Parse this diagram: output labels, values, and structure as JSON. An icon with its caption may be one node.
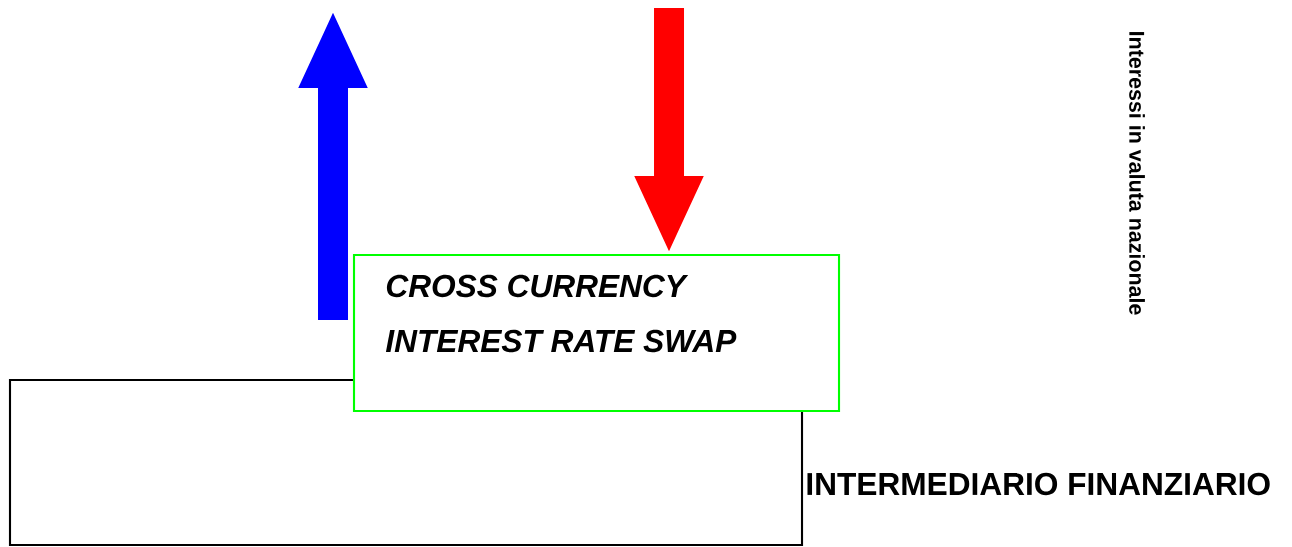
{
  "diagram": {
    "nodes": [
      {
        "text": [
          "INTERMEDIARIO FINANZIARIO"
        ]
      },
      {
        "text": [
          "CROSS CURRENCY",
          "INTEREST RATE SWAP"
        ]
      }
    ],
    "edges": [
      {
        "from": null,
        "to": 1,
        "arrow": "to"
      }
    ],
    "labels": [
      "Interessi in valuta nazionale"
    ]
  }
}
